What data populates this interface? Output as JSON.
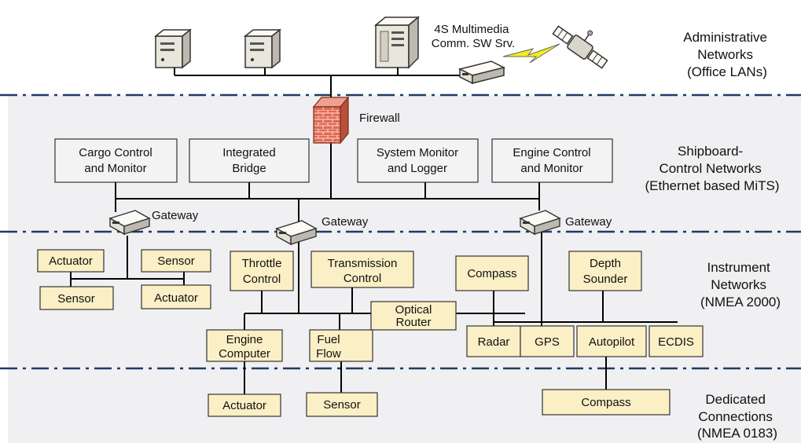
{
  "zones": [
    {
      "lines": [
        "Administrative",
        "Networks",
        "(Office LANs)"
      ]
    },
    {
      "lines": [
        "Shipboard-",
        "Control Networks",
        "(Ethernet based MiTS)"
      ]
    },
    {
      "lines": [
        "Instrument",
        "Networks",
        "(NMEA 2000)"
      ]
    },
    {
      "lines": [
        "Dedicated",
        "Connections",
        "(NMEA 0183)"
      ]
    }
  ],
  "admin": {
    "multimedia_server": [
      "4S Multimedia",
      "Comm. SW Srv."
    ],
    "firewall": "Firewall"
  },
  "control_systems": [
    [
      "Cargo Control",
      "and Monitor"
    ],
    [
      "Integrated",
      "Bridge"
    ],
    [
      "System Monitor",
      "and Logger"
    ],
    [
      "Engine Control",
      "and Monitor"
    ]
  ],
  "gateway_label": "Gateway",
  "instruments": {
    "actuator_1": [
      "Actuator"
    ],
    "sensor_1": [
      "Sensor"
    ],
    "sensor_2": [
      "Sensor"
    ],
    "actuator_2": [
      "Actuator"
    ],
    "throttle": [
      "Throttle",
      "Control"
    ],
    "transmission": [
      "Transmission",
      "Control"
    ],
    "compass_1": [
      "Compass"
    ],
    "depth": [
      "Depth",
      "Sounder"
    ],
    "optical_router": [
      "Optical",
      "Router"
    ],
    "engine_computer": [
      "Engine",
      "Computer"
    ],
    "fuel_flow": [
      "Fuel",
      "Flow"
    ],
    "radar": [
      "Radar"
    ],
    "gps": [
      "GPS"
    ],
    "autopilot": [
      "Autopilot"
    ],
    "ecdis": [
      "ECDIS"
    ]
  },
  "dedicated": {
    "actuator": [
      "Actuator"
    ],
    "sensor": [
      "Sensor"
    ],
    "compass": [
      "Compass"
    ]
  },
  "colors": {
    "band_fill": "#f0f0f2",
    "instrument_box": "#fbefc5",
    "control_box": "#f3f3f3",
    "separator": "#1f3a66",
    "firewall": "#e06a55",
    "lightning": "#f2ee1a"
  }
}
